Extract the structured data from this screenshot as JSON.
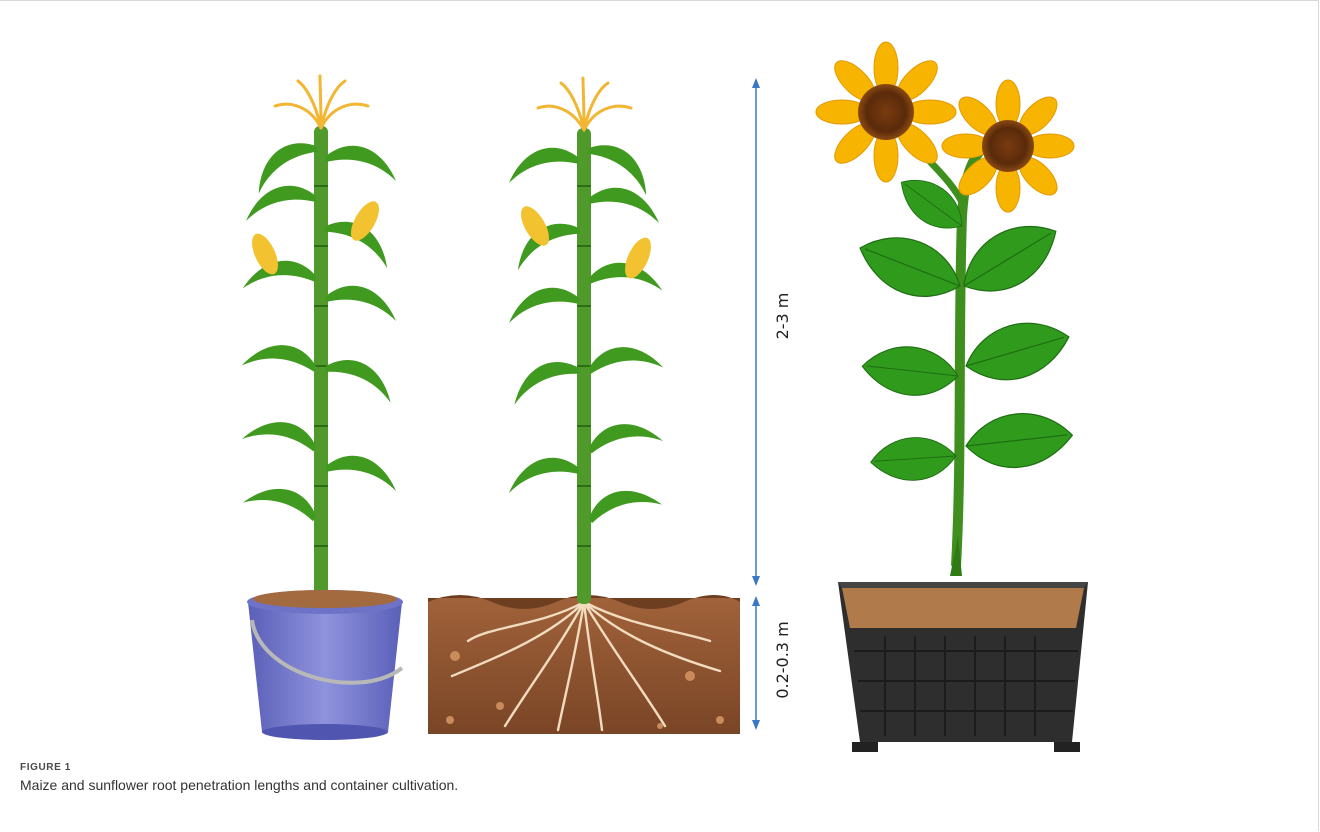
{
  "figure": {
    "label": "FIGURE 1",
    "caption": "Maize and sunflower root penetration lengths and container cultivation."
  },
  "annotations": {
    "shoot_height": "2-3 m",
    "root_depth": "0.2-0.3 m"
  },
  "colors": {
    "leaf": "#3f9a1f",
    "stem": "#4f9a2a",
    "tassel": "#f2b632",
    "soil": "#8a5230",
    "bucket": "#7b7fd0",
    "container": "#2e2e2e",
    "petal": "#f7b400",
    "arrow": "#3a78c8"
  }
}
